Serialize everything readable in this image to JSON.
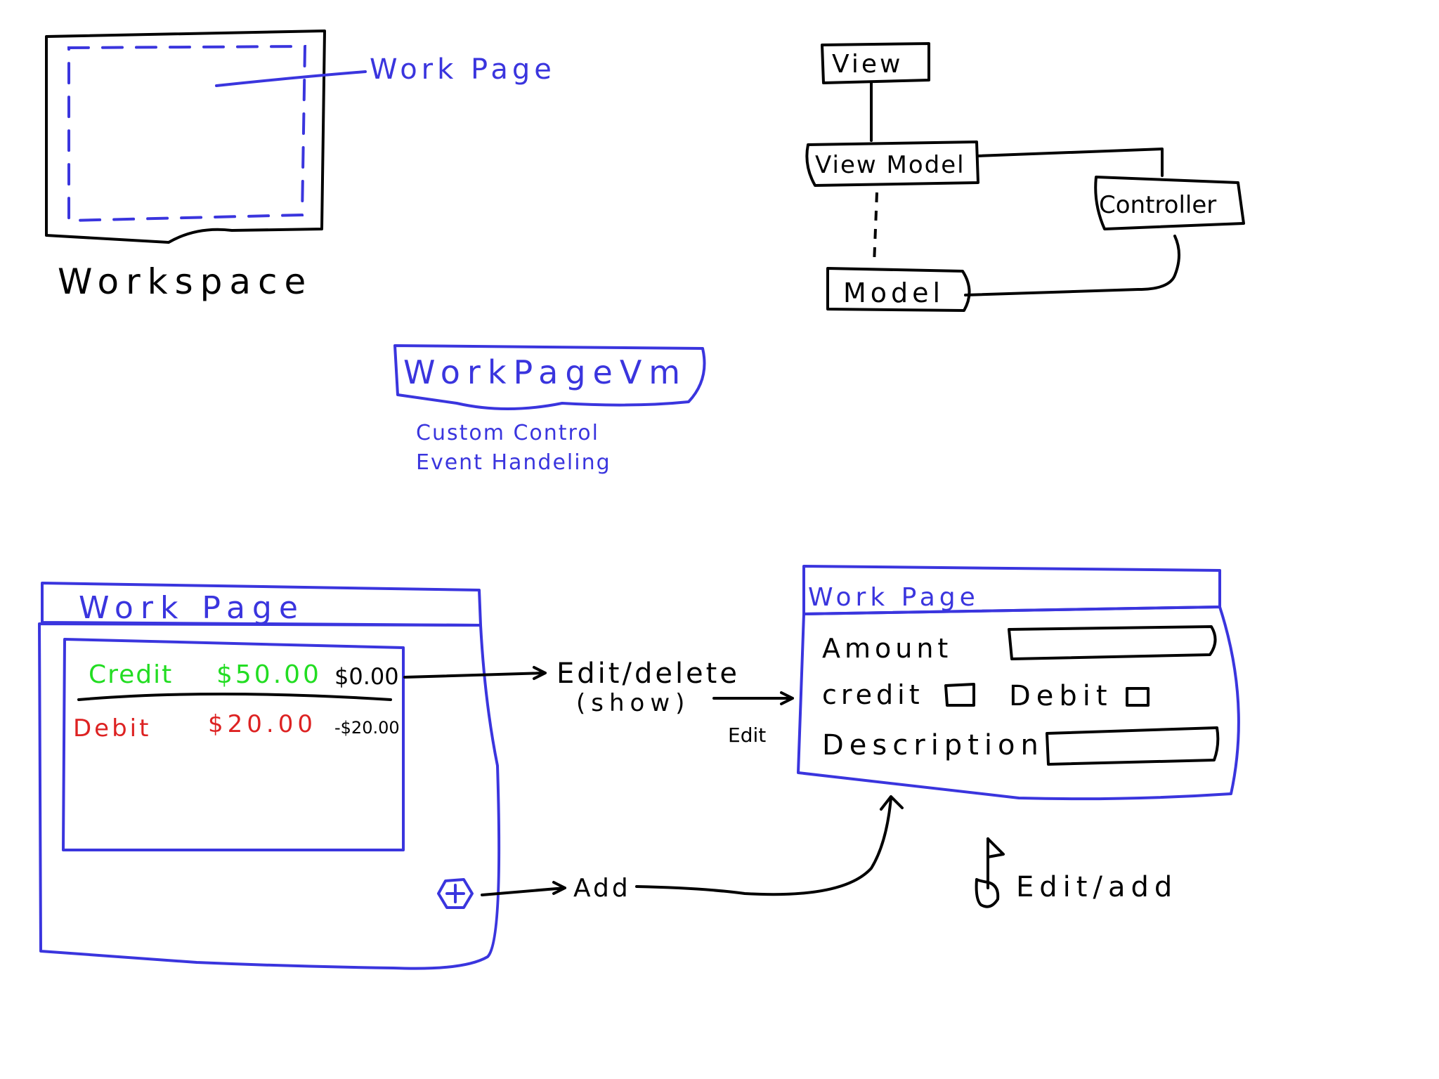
{
  "colors": {
    "ink": "#000000",
    "blue": "#3a35de",
    "credit_green": "#22dd22",
    "debit_red": "#dd2222"
  },
  "workspace_sketch": {
    "caption": "Workspace",
    "inner_label": "Work Page"
  },
  "mvc_diagram": {
    "view": "View",
    "viewmodel": "View Model",
    "controller": "Controller",
    "model": "Model"
  },
  "workpagevm": {
    "title": "WorkPageVm",
    "notes": [
      "Custom Control",
      "Event Handeling"
    ]
  },
  "work_page_list": {
    "title": "Work Page",
    "rows": [
      {
        "type": "Credit",
        "amount": "$50.00",
        "balance": "$0.00"
      },
      {
        "type": "Debit",
        "amount": "$20.00",
        "balance": "-$20.00"
      }
    ],
    "add_icon": "plus-circle-icon"
  },
  "flow_labels": {
    "edit_delete": "Edit/delete",
    "show": "(show)",
    "edit": "Edit",
    "add": "Add"
  },
  "work_page_form": {
    "title": "Work Page",
    "amount_label": "Amount",
    "credit_label": "credit",
    "debit_label": "Debit",
    "description_label": "Description"
  },
  "legend_note": {
    "text": "Edit/add",
    "icon": "flag-icon"
  }
}
